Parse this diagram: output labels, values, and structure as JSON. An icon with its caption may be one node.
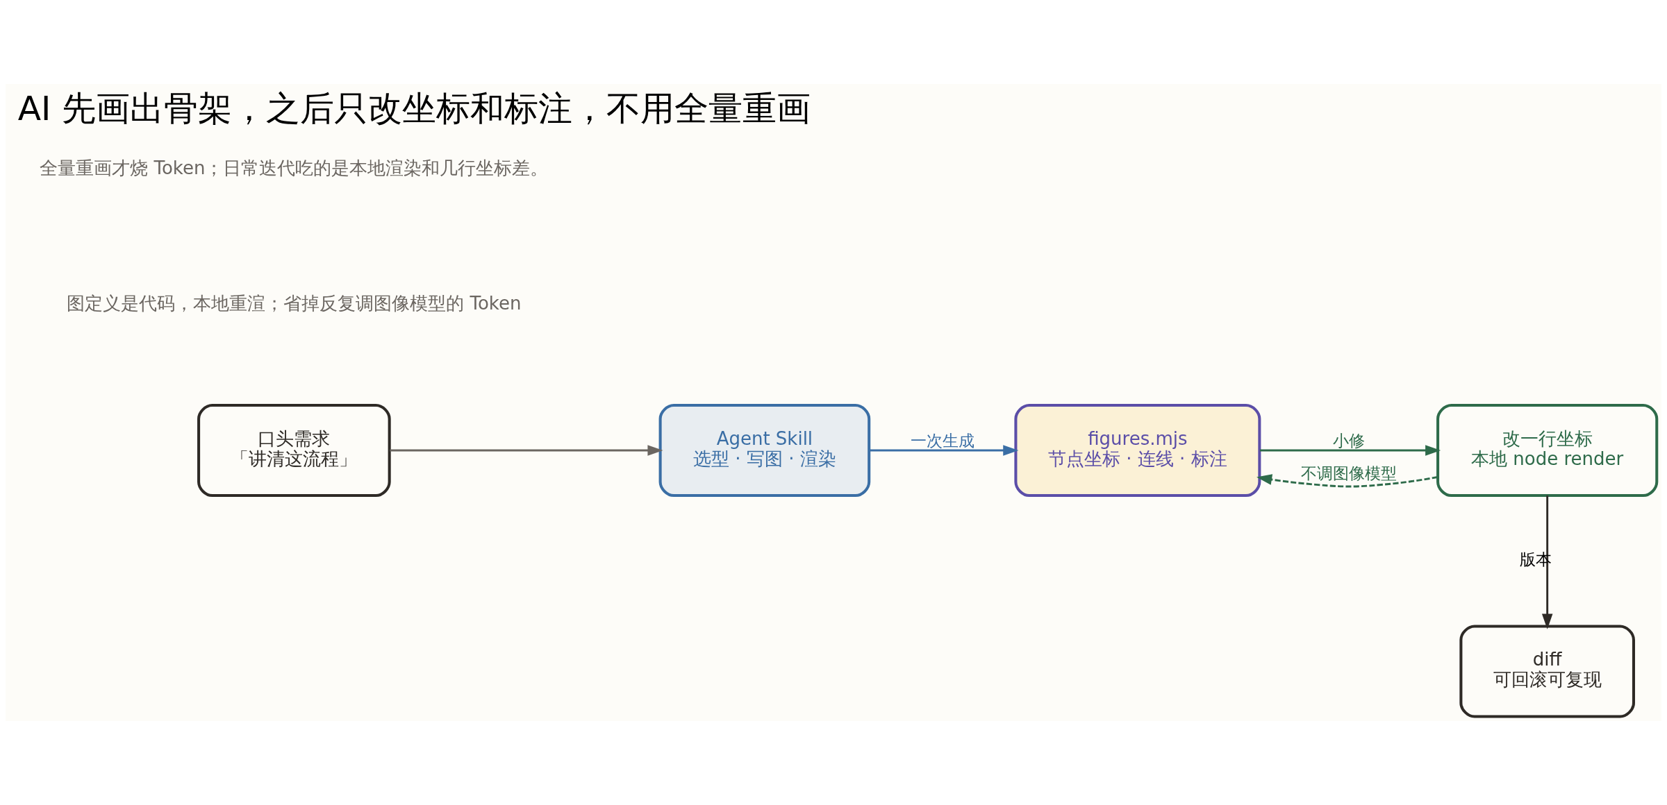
{
  "diagram": {
    "title": "AI 先画出骨架，之后只改坐标和标注，不用全量重画",
    "nodes": [
      {
        "text": [
          "口头需求",
          "「讲清这流程」"
        ]
      },
      {
        "text": [
          "Agent Skill",
          "选型 · 写图 · 渲染"
        ]
      },
      {
        "text": [
          "figures.mjs",
          "节点坐标 · 连线 · 标注"
        ]
      },
      {
        "text": [
          "改一行坐标",
          "本地 node render"
        ]
      },
      {
        "text": [
          "diff",
          "可回滚可复现"
        ]
      }
    ],
    "edges": [
      {
        "from": 0,
        "to": 1,
        "arrow": "to",
        "color": "#6b6661"
      },
      {
        "from": 1,
        "to": 2,
        "arrow": "to",
        "label": "一次生成",
        "color": "#3a6ea5"
      },
      {
        "from": 2,
        "to": 3,
        "arrow": "to",
        "label": "小修",
        "color": "#2e6b4a"
      },
      {
        "from": 3,
        "to": 2,
        "arrow": "to",
        "label": "不调图像模型",
        "style": "dashed",
        "color": "#2e6b4a"
      },
      {
        "from": 3,
        "to": 4,
        "arrow": "to",
        "label": "版本"
      }
    ],
    "labels": [
      "图定义是代码，本地重渲；省掉反复调图像模型的 Token",
      "全量重画才烧 Token；日常迭代吃的是本地渲染和几行坐标差。"
    ]
  }
}
